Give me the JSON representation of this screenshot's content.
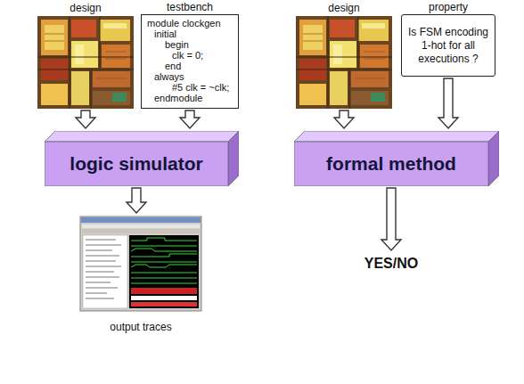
{
  "diagram": {
    "nodes": [
      {
        "text": [
          "design"
        ]
      },
      {
        "text": [
          "testbench",
          "module clockgen",
          "initial",
          "begin",
          "clk = 0;",
          "end",
          "always",
          "#5 clk = ~clk;",
          "endmodule"
        ]
      },
      {
        "text": [
          "logic simulator"
        ]
      },
      {
        "text": [
          "output traces"
        ]
      },
      {
        "text": [
          "design"
        ]
      },
      {
        "text": [
          "property",
          "Is FSM encoding 1-hot for all executions ?"
        ]
      },
      {
        "text": [
          "formal method"
        ]
      },
      {
        "text": [
          "YES/NO"
        ]
      }
    ],
    "edges": [
      {
        "from": 0,
        "to": 2,
        "arrow": "to"
      },
      {
        "from": 1,
        "to": 2,
        "arrow": "to"
      },
      {
        "from": 2,
        "to": 3,
        "arrow": "to"
      },
      {
        "from": 4,
        "to": 6,
        "arrow": "to"
      },
      {
        "from": 5,
        "to": 6,
        "arrow": "to"
      },
      {
        "from": 6,
        "to": 7,
        "arrow": "to"
      }
    ]
  }
}
